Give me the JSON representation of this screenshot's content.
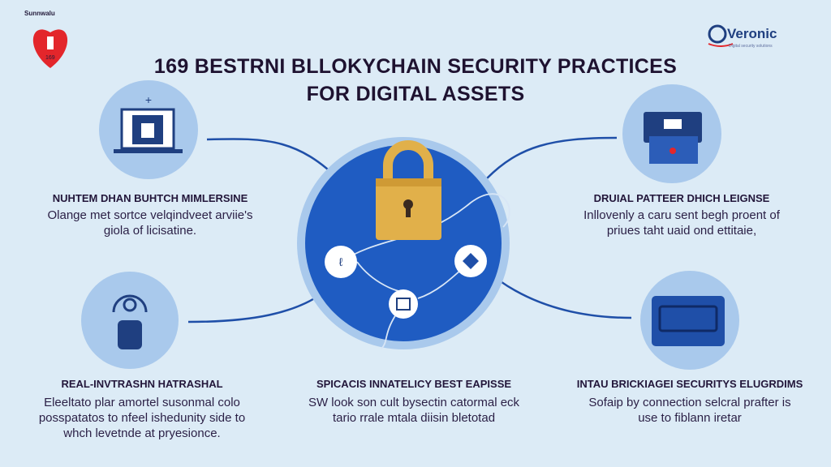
{
  "logo_left": {
    "text": "Sunnwalu",
    "sub": "169"
  },
  "logo_right": {
    "name": "Veronic",
    "tagline": "Digital security solutions"
  },
  "title": {
    "line1": "169 BESTRNI BLLOKYCHAIN SECURITY PRACTICES",
    "line2": "FOR DIGITAL ASSETS"
  },
  "sections": [
    {
      "heading": "NUHTEM DHAN BUHTCH MIMLERSINE",
      "body": [
        "Olange met sortce velqindveet arviie's",
        "giola of licisatine."
      ],
      "icon": "laptop-lock-icon"
    },
    {
      "heading": "DRUIAL PATTEER DHICH LEIGNSE",
      "body": [
        "Inllovenly a caru sent begh proent of",
        "priues taht uaid ond ettitaie,"
      ],
      "icon": "wallet-icon"
    },
    {
      "heading": "REAL-INVTRASHN HATRASHAL",
      "body": [
        "Eleeltato plar amortel susonmal colo",
        "posspatatos to nfeel ishedunity side to",
        "whch levetnde at pryesionce."
      ],
      "icon": "user-shield-icon"
    },
    {
      "heading": "SPICACIS INNATELICY BEST EAPISSE",
      "body": [
        "SW look son cult bysectin catormal eck",
        "tario rrale mtala diisin bletotad"
      ],
      "icon": "lock-icon"
    },
    {
      "heading": "INTAU BRICKIAGEI SECURITYS ELUGRDIMS",
      "body": [
        "Sofaip by connection selcral prafter is",
        "use to fiblann iretar"
      ],
      "icon": "toolbox-icon"
    }
  ],
  "colors": {
    "background": "#dcebf6",
    "primary": "#1f5cc2",
    "light": "#a9c9ec",
    "lock": "#e1b04a",
    "accent": "#e3262b"
  }
}
